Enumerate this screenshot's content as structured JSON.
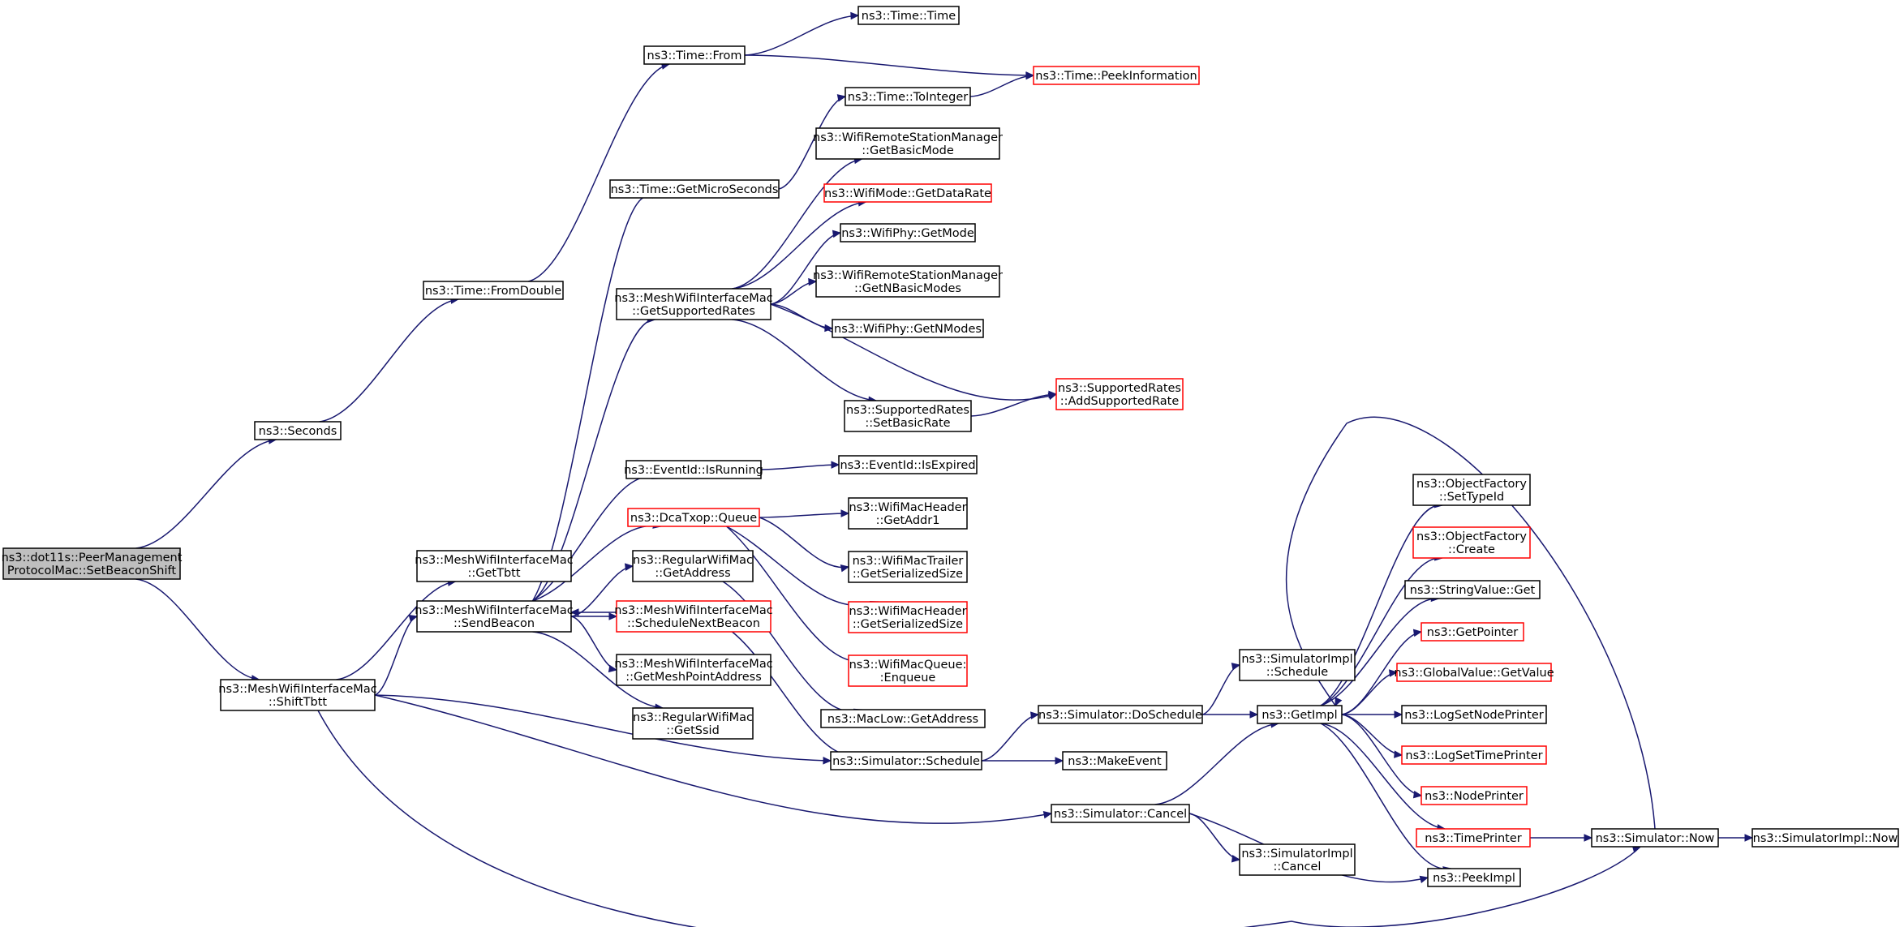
{
  "colors": {
    "edge": "#191970",
    "root_fill": "#bfbfbf",
    "node_fill": "#ffffff",
    "node_border": "#000000",
    "truncated_border": "#ff0000"
  },
  "nodes": [
    {
      "id": "root",
      "lines": [
        "ns3::dot11s::PeerManagement",
        "ProtocolMac::SetBeaconShift"
      ],
      "style": "root"
    },
    {
      "id": "seconds",
      "lines": [
        "ns3::Seconds"
      ],
      "style": "normal"
    },
    {
      "id": "shifttbtt",
      "lines": [
        "ns3::MeshWifiInterfaceMac",
        "::ShiftTbtt"
      ],
      "style": "normal"
    },
    {
      "id": "fromdouble",
      "lines": [
        "ns3::Time::FromDouble"
      ],
      "style": "normal"
    },
    {
      "id": "gettbtt",
      "lines": [
        "ns3::MeshWifiInterfaceMac",
        "::GetTbtt"
      ],
      "style": "normal"
    },
    {
      "id": "sendbeacon",
      "lines": [
        "ns3::MeshWifiInterfaceMac",
        "::SendBeacon"
      ],
      "style": "normal"
    },
    {
      "id": "timefrom",
      "lines": [
        "ns3::Time::From"
      ],
      "style": "normal"
    },
    {
      "id": "getmicro",
      "lines": [
        "ns3::Time::GetMicroSeconds"
      ],
      "style": "normal"
    },
    {
      "id": "getsupported",
      "lines": [
        "ns3::MeshWifiInterfaceMac",
        "::GetSupportedRates"
      ],
      "style": "normal"
    },
    {
      "id": "isrunning",
      "lines": [
        "ns3::EventId::IsRunning"
      ],
      "style": "normal"
    },
    {
      "id": "dcaqueue",
      "lines": [
        "ns3::DcaTxop::Queue"
      ],
      "style": "truncated"
    },
    {
      "id": "rwmgetaddr",
      "lines": [
        "ns3::RegularWifiMac",
        "::GetAddress"
      ],
      "style": "normal"
    },
    {
      "id": "schednext",
      "lines": [
        "ns3::MeshWifiInterfaceMac",
        "::ScheduleNextBeacon"
      ],
      "style": "truncated"
    },
    {
      "id": "getmeshpt",
      "lines": [
        "ns3::MeshWifiInterfaceMac",
        "::GetMeshPointAddress"
      ],
      "style": "normal"
    },
    {
      "id": "getssid",
      "lines": [
        "ns3::RegularWifiMac",
        "::GetSsid"
      ],
      "style": "normal"
    },
    {
      "id": "timetime",
      "lines": [
        "ns3::Time::Time"
      ],
      "style": "normal"
    },
    {
      "id": "peekinfo",
      "lines": [
        "ns3::Time::PeekInformation"
      ],
      "style": "truncated"
    },
    {
      "id": "tointeger",
      "lines": [
        "ns3::Time::ToInteger"
      ],
      "style": "normal"
    },
    {
      "id": "wrsmbasicmode",
      "lines": [
        "ns3::WifiRemoteStationManager",
        "::GetBasicMode"
      ],
      "style": "normal"
    },
    {
      "id": "getdatarate",
      "lines": [
        "ns3::WifiMode::GetDataRate"
      ],
      "style": "truncated"
    },
    {
      "id": "phygetmode",
      "lines": [
        "ns3::WifiPhy::GetMode"
      ],
      "style": "normal"
    },
    {
      "id": "wrsmnbasic",
      "lines": [
        "ns3::WifiRemoteStationManager",
        "::GetNBasicModes"
      ],
      "style": "normal"
    },
    {
      "id": "phygetnmodes",
      "lines": [
        "ns3::WifiPhy::GetNModes"
      ],
      "style": "normal"
    },
    {
      "id": "addsupported",
      "lines": [
        "ns3::SupportedRates",
        "::AddSupportedRate"
      ],
      "style": "truncated"
    },
    {
      "id": "setbasicrate",
      "lines": [
        "ns3::SupportedRates",
        "::SetBasicRate"
      ],
      "style": "normal"
    },
    {
      "id": "isexpired",
      "lines": [
        "ns3::EventId::IsExpired"
      ],
      "style": "normal"
    },
    {
      "id": "getaddr1",
      "lines": [
        "ns3::WifiMacHeader",
        "::GetAddr1"
      ],
      "style": "normal"
    },
    {
      "id": "trailersize",
      "lines": [
        "ns3::WifiMacTrailer",
        "::GetSerializedSize"
      ],
      "style": "normal"
    },
    {
      "id": "headersize",
      "lines": [
        "ns3::WifiMacHeader",
        "::GetSerializedSize"
      ],
      "style": "truncated"
    },
    {
      "id": "enqueue",
      "lines": [
        "ns3::WifiMacQueue:",
        ":Enqueue"
      ],
      "style": "truncated"
    },
    {
      "id": "maclowaddr",
      "lines": [
        "ns3::MacLow::GetAddress"
      ],
      "style": "normal"
    },
    {
      "id": "simschedule",
      "lines": [
        "ns3::Simulator::Schedule"
      ],
      "style": "normal"
    },
    {
      "id": "makeevent",
      "lines": [
        "ns3::MakeEvent"
      ],
      "style": "normal"
    },
    {
      "id": "doschedule",
      "lines": [
        "ns3::Simulator::DoSchedule"
      ],
      "style": "normal"
    },
    {
      "id": "simcancel",
      "lines": [
        "ns3::Simulator::Cancel"
      ],
      "style": "normal"
    },
    {
      "id": "simimplsched",
      "lines": [
        "ns3::SimulatorImpl",
        "::Schedule"
      ],
      "style": "normal"
    },
    {
      "id": "simimplcancel",
      "lines": [
        "ns3::SimulatorImpl",
        "::Cancel"
      ],
      "style": "normal"
    },
    {
      "id": "getimpl",
      "lines": [
        "ns3::GetImpl"
      ],
      "style": "normal"
    },
    {
      "id": "settypeid",
      "lines": [
        "ns3::ObjectFactory",
        "::SetTypeId"
      ],
      "style": "normal"
    },
    {
      "id": "ofcreate",
      "lines": [
        "ns3::ObjectFactory",
        "::Create"
      ],
      "style": "truncated"
    },
    {
      "id": "svget",
      "lines": [
        "ns3::StringValue::Get"
      ],
      "style": "normal"
    },
    {
      "id": "getpointer",
      "lines": [
        "ns3::GetPointer"
      ],
      "style": "truncated"
    },
    {
      "id": "gvgetvalue",
      "lines": [
        "ns3::GlobalValue::GetValue"
      ],
      "style": "truncated"
    },
    {
      "id": "lognodeprinter",
      "lines": [
        "ns3::LogSetNodePrinter"
      ],
      "style": "normal"
    },
    {
      "id": "logtimeprinter",
      "lines": [
        "ns3::LogSetTimePrinter"
      ],
      "style": "truncated"
    },
    {
      "id": "nodeprinter",
      "lines": [
        "ns3::NodePrinter"
      ],
      "style": "truncated"
    },
    {
      "id": "timeprinter",
      "lines": [
        "ns3::TimePrinter"
      ],
      "style": "truncated"
    },
    {
      "id": "peekimpl",
      "lines": [
        "ns3::PeekImpl"
      ],
      "style": "normal"
    },
    {
      "id": "simnow",
      "lines": [
        "ns3::Simulator::Now"
      ],
      "style": "normal"
    },
    {
      "id": "simimplnow",
      "lines": [
        "ns3::SimulatorImpl::Now"
      ],
      "style": "normal"
    }
  ],
  "edges": [
    [
      "root",
      "seconds"
    ],
    [
      "root",
      "shifttbtt"
    ],
    [
      "seconds",
      "fromdouble"
    ],
    [
      "fromdouble",
      "timefrom"
    ],
    [
      "timefrom",
      "timetime"
    ],
    [
      "timefrom",
      "peekinfo"
    ],
    [
      "tointeger",
      "peekinfo"
    ],
    [
      "getmicro",
      "tointeger"
    ],
    [
      "shifttbtt",
      "gettbtt"
    ],
    [
      "shifttbtt",
      "sendbeacon"
    ],
    [
      "shifttbtt",
      "simschedule"
    ],
    [
      "shifttbtt",
      "simcancel"
    ],
    [
      "shifttbtt",
      "simnow"
    ],
    [
      "sendbeacon",
      "getmicro"
    ],
    [
      "sendbeacon",
      "getsupported"
    ],
    [
      "sendbeacon",
      "isrunning"
    ],
    [
      "sendbeacon",
      "dcaqueue"
    ],
    [
      "sendbeacon",
      "rwmgetaddr"
    ],
    [
      "sendbeacon",
      "schednext"
    ],
    [
      "sendbeacon",
      "getmeshpt"
    ],
    [
      "sendbeacon",
      "getssid"
    ],
    [
      "schednext",
      "sendbeacon"
    ],
    [
      "schednext",
      "simschedule"
    ],
    [
      "getsupported",
      "wrsmbasicmode"
    ],
    [
      "getsupported",
      "getdatarate"
    ],
    [
      "getsupported",
      "phygetmode"
    ],
    [
      "getsupported",
      "wrsmnbasic"
    ],
    [
      "getsupported",
      "phygetnmodes"
    ],
    [
      "getsupported",
      "addsupported"
    ],
    [
      "getsupported",
      "setbasicrate"
    ],
    [
      "setbasicrate",
      "addsupported"
    ],
    [
      "isrunning",
      "isexpired"
    ],
    [
      "dcaqueue",
      "getaddr1"
    ],
    [
      "dcaqueue",
      "trailersize"
    ],
    [
      "dcaqueue",
      "headersize"
    ],
    [
      "dcaqueue",
      "enqueue"
    ],
    [
      "rwmgetaddr",
      "maclowaddr"
    ],
    [
      "simschedule",
      "makeevent"
    ],
    [
      "simschedule",
      "doschedule"
    ],
    [
      "doschedule",
      "simimplsched"
    ],
    [
      "doschedule",
      "getimpl"
    ],
    [
      "simcancel",
      "getimpl"
    ],
    [
      "simcancel",
      "simimplcancel"
    ],
    [
      "simcancel",
      "peekimpl"
    ],
    [
      "getimpl",
      "settypeid"
    ],
    [
      "getimpl",
      "ofcreate"
    ],
    [
      "getimpl",
      "svget"
    ],
    [
      "getimpl",
      "getpointer"
    ],
    [
      "getimpl",
      "gvgetvalue"
    ],
    [
      "getimpl",
      "lognodeprinter"
    ],
    [
      "getimpl",
      "logtimeprinter"
    ],
    [
      "getimpl",
      "nodeprinter"
    ],
    [
      "getimpl",
      "timeprinter"
    ],
    [
      "getimpl",
      "peekimpl"
    ],
    [
      "timeprinter",
      "simnow"
    ],
    [
      "simnow",
      "getimpl"
    ],
    [
      "simnow",
      "simimplnow"
    ]
  ]
}
